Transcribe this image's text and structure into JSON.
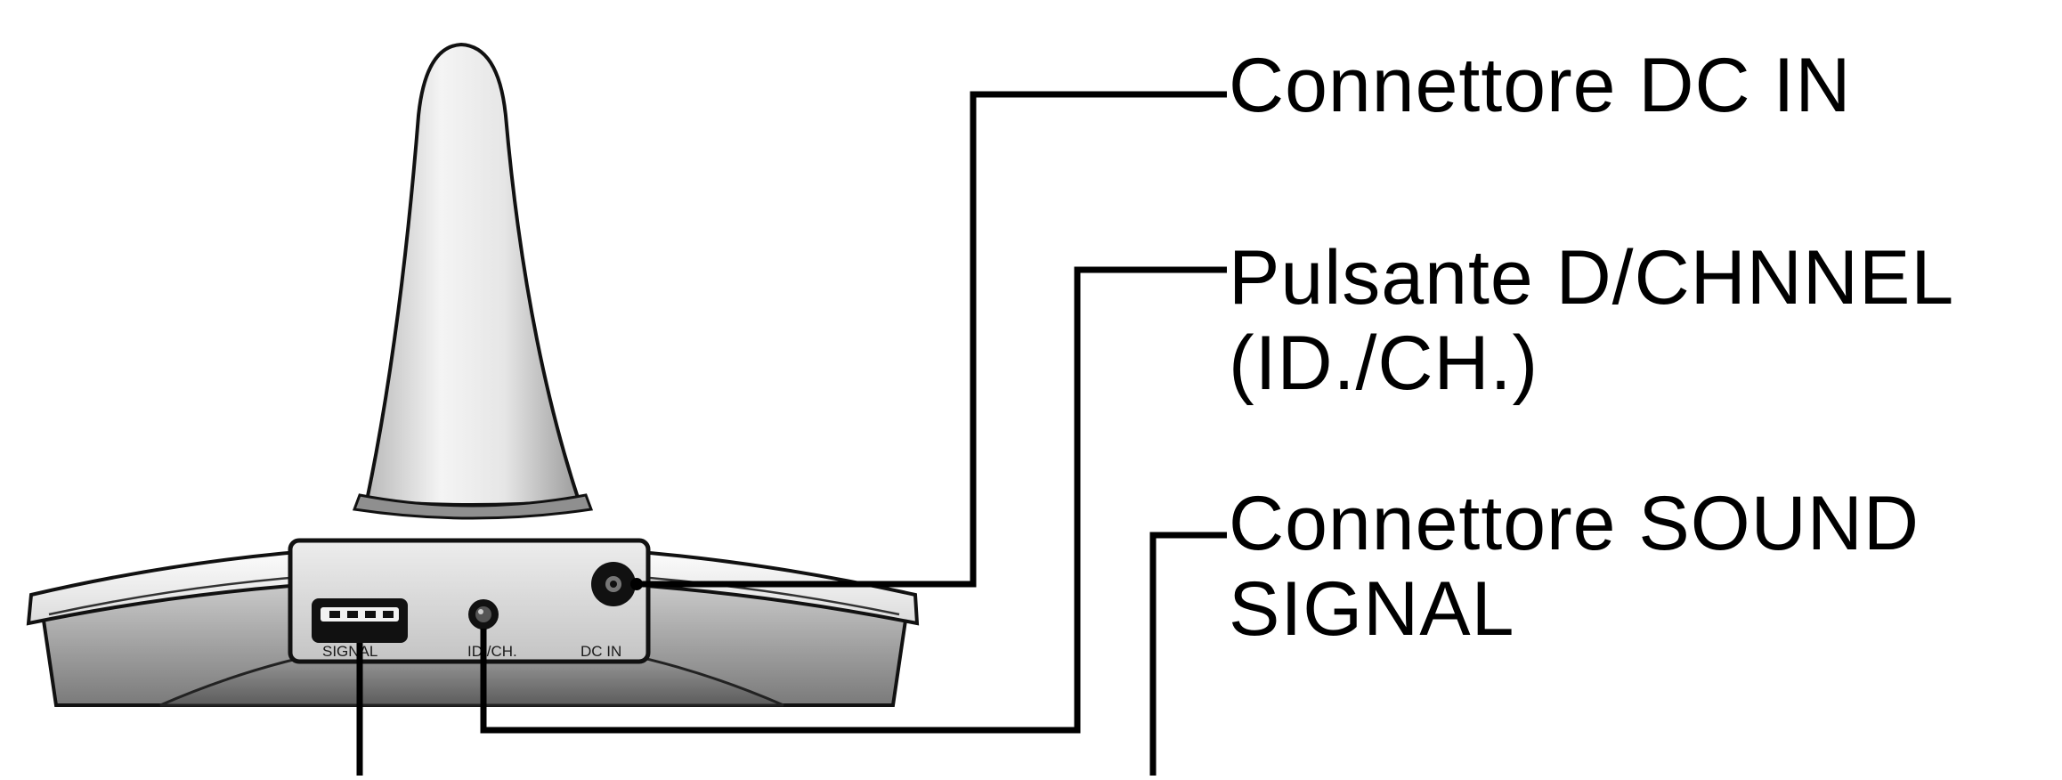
{
  "callouts": {
    "dc_in": "Connettore DC IN",
    "id_ch_button": "Pulsante D/CHNNEL\n(ID./CH.)",
    "sound_signal": "Connettore SOUND\nSIGNAL"
  },
  "device": {
    "port_signal": "SIGNAL",
    "port_id_ch": "ID./CH.",
    "port_dc_in": "DC IN"
  }
}
